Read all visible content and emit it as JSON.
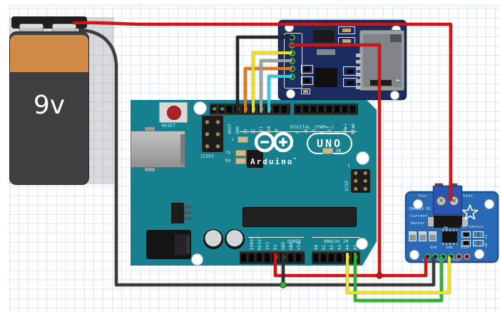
{
  "canvas": {
    "background": "#fcfdfe",
    "grid_color": "#dfe7ee"
  },
  "battery": {
    "label": "9v",
    "body_color": "#3f3f41",
    "band_color": "#d08a4a"
  },
  "arduino": {
    "board_color": "#17808f",
    "reset_label": "RESET",
    "icsp2_label": "ICSP2",
    "led_l": "L",
    "led_tx": "TX",
    "led_rx": "RX",
    "digital_caption": "DIGITAL (PWM=~)",
    "logo_text": "UNO",
    "brand": "Arduino",
    "brand_tm": "™",
    "on_label": "ON",
    "icsp_label": "ICSP",
    "icsp_pin1": "1",
    "top_pins_left": [
      "AREF",
      "GND",
      "13",
      "12",
      "~11",
      "~10",
      "~9",
      "8"
    ],
    "top_pins_right": [
      "7",
      "~6",
      "~5",
      "4",
      "~3",
      "2",
      "TX▶1",
      "RX◀0"
    ],
    "power_caption": "POWER",
    "power_pins": [
      "IOREF",
      "RESET",
      "3V3",
      "5V",
      "GND",
      "GND",
      "VIN"
    ],
    "analog_caption": "ANALOG IN",
    "analog_pins": [
      "A0",
      "A1",
      "A2",
      "A3",
      "A4",
      "A5"
    ]
  },
  "sd_module": {
    "board_color": "#1d2c5f",
    "card_arrow": "←"
  },
  "ina219": {
    "board_color": "#2a6ab5",
    "title_lines": [
      "INA219 DC",
      "Current",
      "Sensor"
    ],
    "terminal_left": "Vin-",
    "terminal_right": "Vin+",
    "hs_label": "HS",
    "i2c_label": "I2C Address",
    "jumper_labels": [
      "A1",
      "A0"
    ],
    "pin_labels_top": [
      "Gnd",
      "Sda",
      "Vin+"
    ],
    "pin_labels_bottom": [
      "Vcc",
      "Scl",
      "Vin-"
    ]
  },
  "wires": {
    "battery_positive": {
      "color": "#d31414",
      "from": "battery +",
      "to": "INA219 Vin+ terminal"
    },
    "battery_negative": {
      "color": "#3c3c3c",
      "from": "battery -",
      "to": "Arduino GND and INA219 Gnd"
    },
    "gnd_stub": {
      "color": "#303030",
      "from": "Arduino GND (power header)",
      "to": "ground junction"
    },
    "sd_gnd": {
      "color": "#262626",
      "from": "SD module pin 1",
      "to": "Arduino GND (digital header)"
    },
    "sd_vcc": {
      "color": "#d31414",
      "from": "SD module pin 2",
      "to": "5V line junction"
    },
    "sd_miso": {
      "color": "#eedc20",
      "from": "SD module pin 3",
      "to": "Arduino 12"
    },
    "sd_mosi": {
      "color": "#9aa2a2",
      "from": "SD module pin 4",
      "to": "Arduino ~11"
    },
    "sd_sck": {
      "color": "#dd7a1e",
      "from": "SD module pin 5",
      "to": "Arduino 13"
    },
    "sd_cs": {
      "color": "#3cc8da",
      "from": "SD module pin 6",
      "to": "Arduino ~10"
    },
    "ina_vcc": {
      "color": "#d31414",
      "from": "Arduino 5V",
      "to": "INA219 Vcc"
    },
    "i2c_scl": {
      "color": "#2eb42e",
      "from": "Arduino A5",
      "to": "INA219 Scl"
    },
    "i2c_sda": {
      "color": "#f0e01e",
      "from": "Arduino A4",
      "to": "INA219 Sda"
    }
  }
}
